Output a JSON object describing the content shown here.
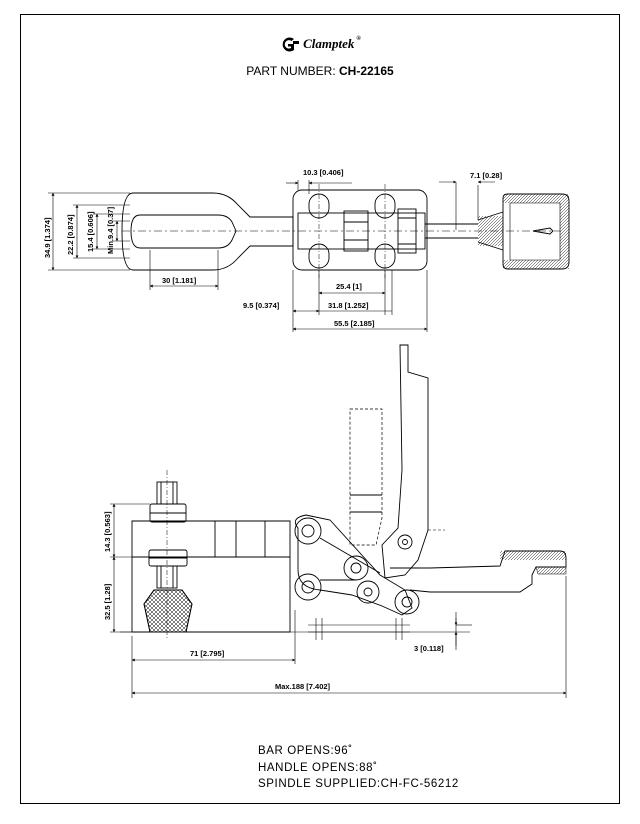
{
  "brand": {
    "name": "Clamptek",
    "reg": "®"
  },
  "part": {
    "label": "PART NUMBER:",
    "value": "CH-22165"
  },
  "dims": {
    "d_10_3": "10.3 [0.406]",
    "d_7_1": "7.1 [0.28]",
    "d_34_9": "34.9 [1.374]",
    "d_22_2": "22.2 [0.874]",
    "d_15_4": "15.4 [0.606]",
    "d_9_4": "Min.9.4 [0.37]",
    "d_30": "30 [1.181]",
    "d_25_4": "25.4 [1]",
    "d_9_5": "9.5 [0.374]",
    "d_31_8": "31.8 [1.252]",
    "d_55_5": "55.5 [2.185]",
    "d_14_3": "14.3 [0.563]",
    "d_32_5": "32.5 [1.28]",
    "d_71": "71 [2.795]",
    "d_3": "3 [0.118]",
    "d_188": "Max.188 [7.402]"
  },
  "notes": [
    "BAR OPENS:96˚",
    "HANDLE OPENS:88˚",
    "SPINDLE SUPPLIED:CH-FC-56212"
  ]
}
